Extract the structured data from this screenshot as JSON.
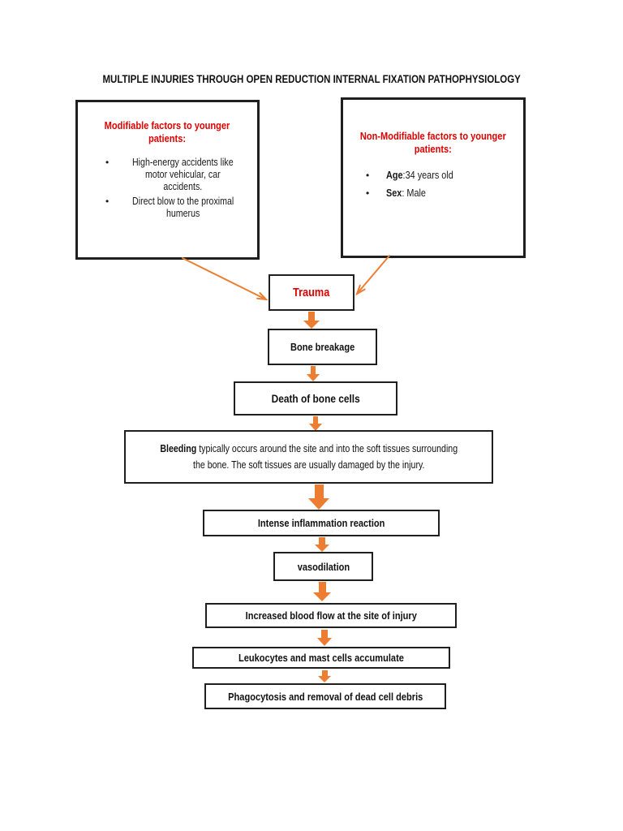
{
  "colors": {
    "red": "#e00000",
    "orange": "#ed7d31",
    "ink": "#1a1a1a",
    "border": "#1f1f1f",
    "page_bg": "#ffffff"
  },
  "title": "MULTIPLE INJURIES THROUGH OPEN REDUCTION INTERNAL FIXATION PATHOPHYSIOLOGY",
  "factors": {
    "modifiable": {
      "heading": "Modifiable factors to younger\npatients:",
      "bullet_marker": "•",
      "bullets": [
        "High-energy accidents like\nmotor vehicular, car\naccidents.",
        "Direct blow to the proximal\nhumerus"
      ]
    },
    "non_modifiable": {
      "heading": "Non-Modifiable factors to younger\npatients:",
      "bullet_marker": "•",
      "bullets": [
        {
          "label": "Age",
          "value": ":34 years old"
        },
        {
          "label": "Sex",
          "value": ": Male"
        }
      ]
    }
  },
  "flow": {
    "trauma": "Trauma",
    "bone_breakage": "Bone breakage",
    "death_of_bone_cells": "Death of bone cells",
    "bleeding": {
      "lead": "Bleeding",
      "rest": " typically occurs around the site and into the soft tissues surrounding\nthe bone. The soft tissues are usually damaged by the injury."
    },
    "intense_inflammation": "Intense inflammation reaction",
    "vasodilation": "vasodilation",
    "increased_blood_flow": "Increased blood flow at the site of injury",
    "leukocytes": "Leukocytes and mast cells accumulate",
    "phagocytosis": "Phagocytosis and removal of dead cell debris"
  }
}
